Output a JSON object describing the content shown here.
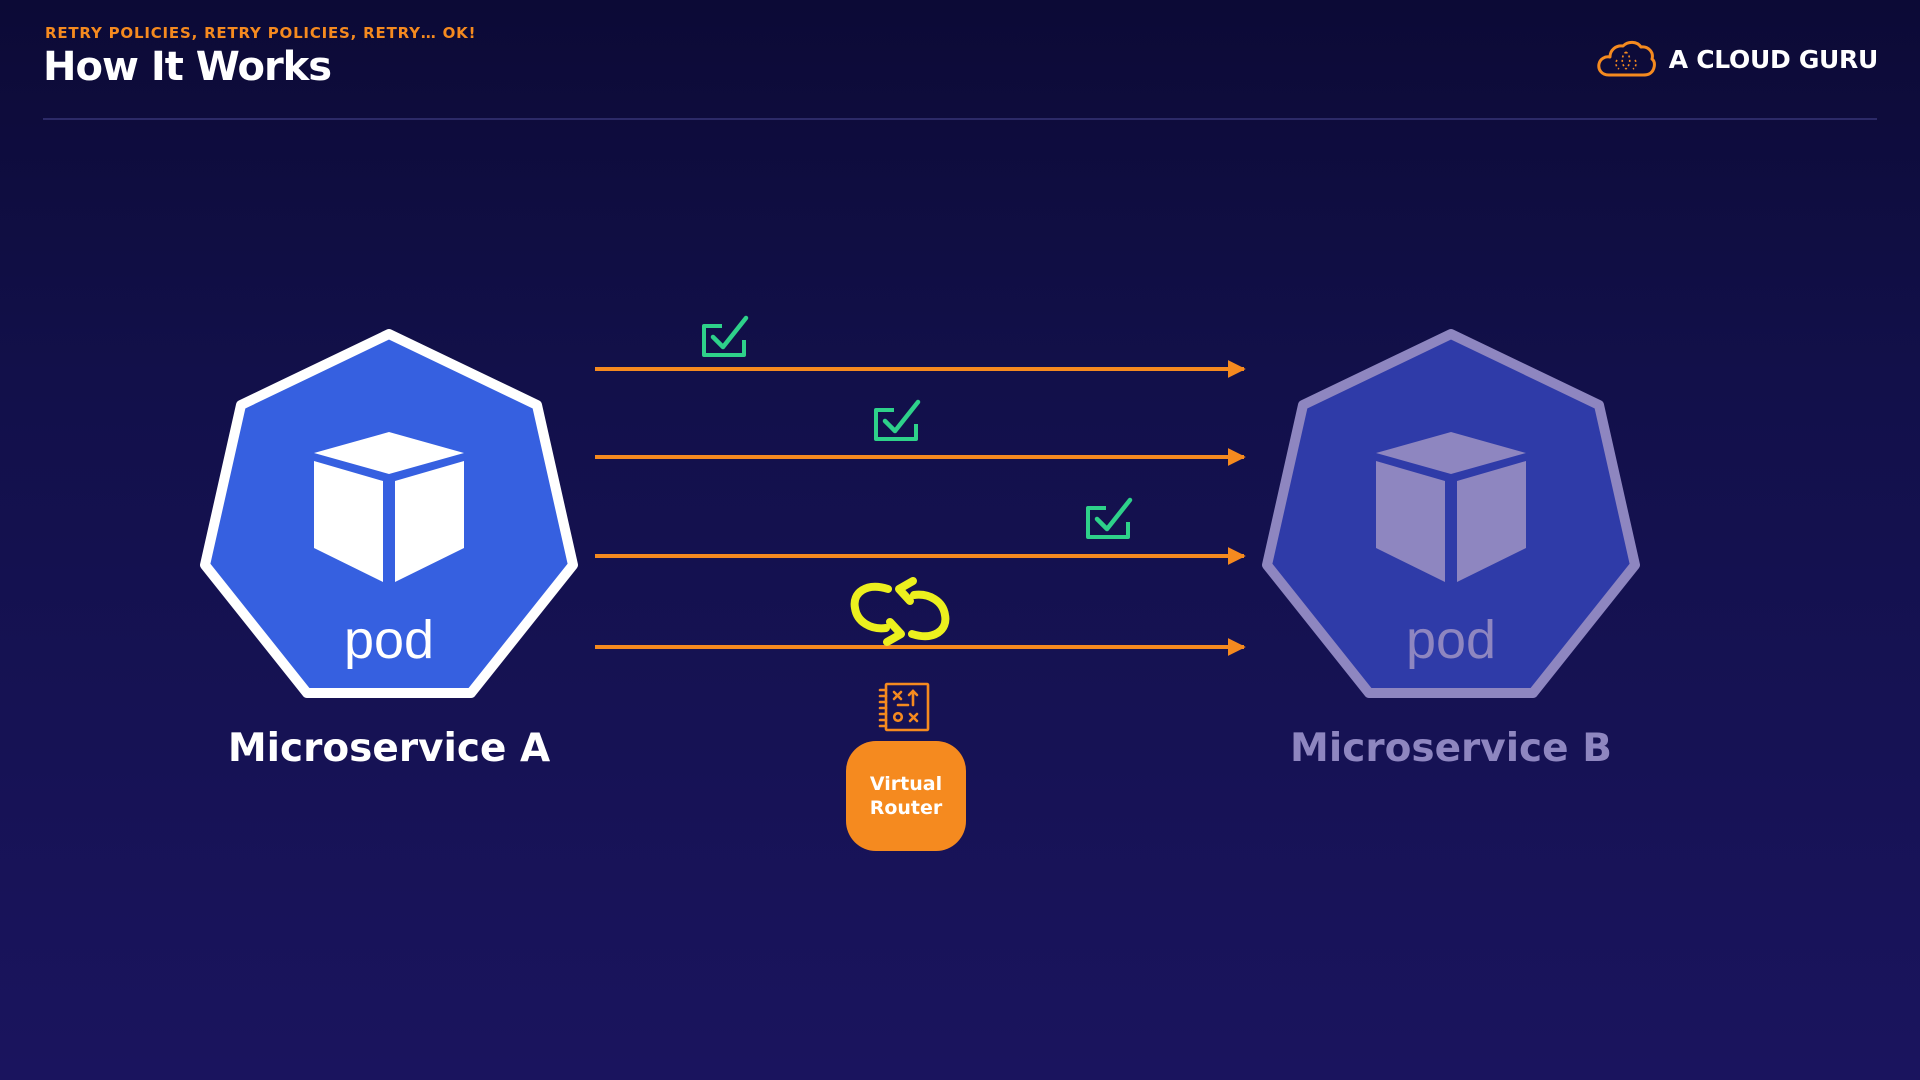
{
  "header": {
    "kicker": "RETRY POLICIES, RETRY POLICIES, RETRY… OK!",
    "title": "How It Works",
    "brand_name": "A CLOUD GURU",
    "brand_icon": "cloud-icon"
  },
  "diagram": {
    "source": {
      "pod_label": "pod",
      "name": "Microservice A",
      "icon": "kubernetes-pod-icon",
      "color": "#3660e0",
      "state": "active"
    },
    "target": {
      "pod_label": "pod",
      "name": "Microservice B",
      "icon": "kubernetes-pod-icon",
      "color": "#2f3ba8",
      "state": "dimmed"
    },
    "requests": [
      {
        "status": "success",
        "icon": "check-icon"
      },
      {
        "status": "success",
        "icon": "check-icon"
      },
      {
        "status": "success",
        "icon": "check-icon"
      },
      {
        "status": "retrying",
        "icon": "retry-icon"
      }
    ],
    "router": {
      "line1": "Virtual",
      "line2": "Router",
      "icon": "router-icon"
    },
    "colors": {
      "arrow": "#f58a1f",
      "success": "#2ed18a",
      "retry": "#ecf01e",
      "router": "#f58a1f"
    }
  }
}
